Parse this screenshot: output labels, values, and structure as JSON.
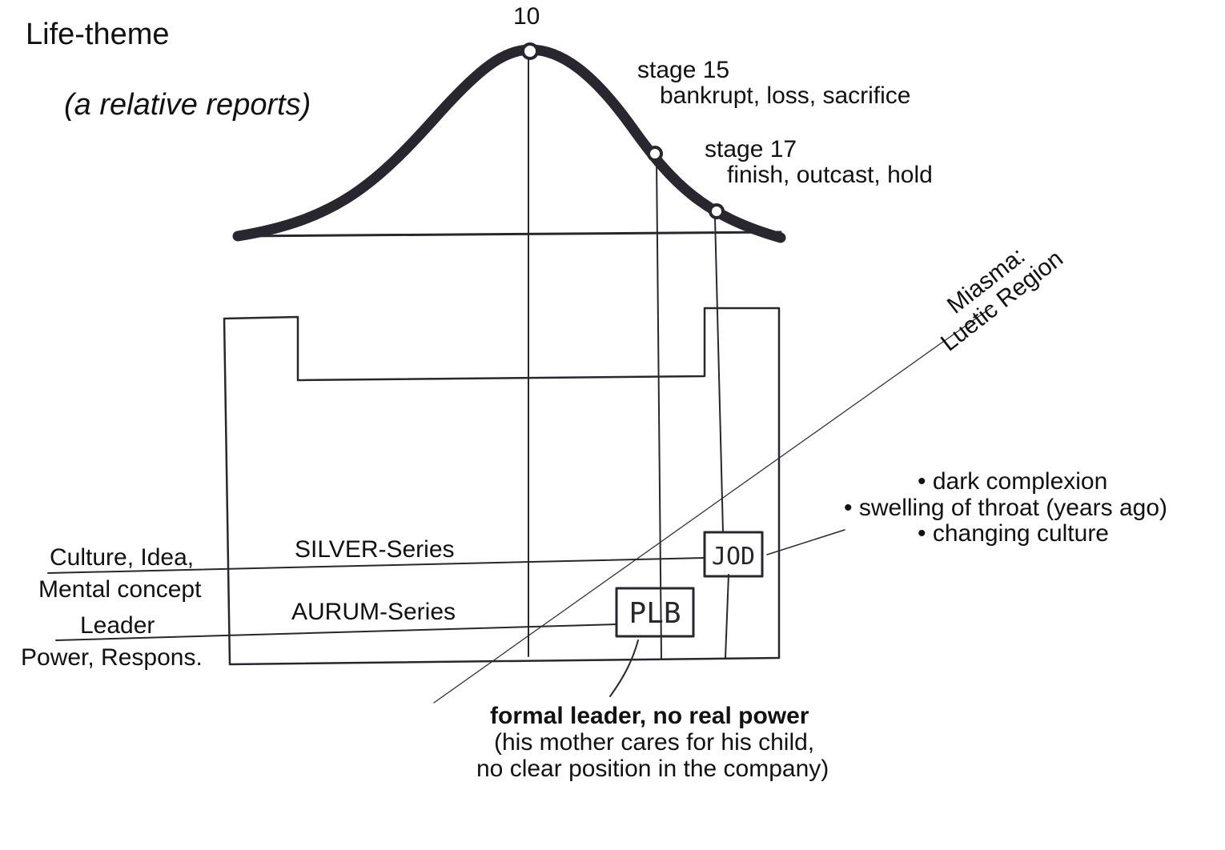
{
  "title": "Life-theme",
  "subtitle": "(a relative reports)",
  "curve": {
    "peak_label": "10",
    "stage15": {
      "label": "stage 15",
      "desc": "bankrupt, loss, sacrifice"
    },
    "stage17": {
      "label": "stage 17",
      "desc": "finish, outcast, hold"
    }
  },
  "miasma": {
    "line1": "Miasma:",
    "line2": "Luetic Region"
  },
  "symptoms": [
    "dark complexion",
    "swelling of throat (years ago)",
    "changing culture"
  ],
  "rows": {
    "silver": {
      "series": "SILVER-Series",
      "left_line1": "Culture, Idea,",
      "left_line2": "Mental concept"
    },
    "aurum": {
      "series": "AURUM-Series",
      "left_line1": "Leader",
      "left_line2": "Power, Respons."
    }
  },
  "elements": {
    "jod": "JOD",
    "plb": "PLB"
  },
  "note": {
    "bold": "formal leader, no real power",
    "line2": "(his mother cares for his child,",
    "line3": "no clear position in the company)"
  }
}
